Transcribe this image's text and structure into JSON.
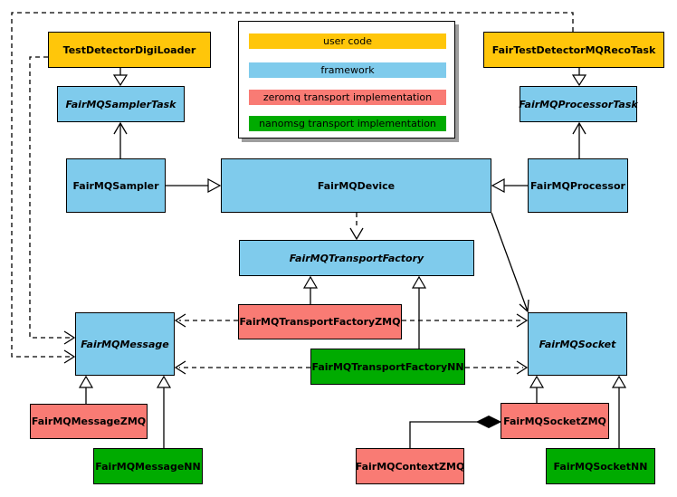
{
  "legend": {
    "items": [
      {
        "label": "user code",
        "color": "#FFC60A",
        "category": "user-code"
      },
      {
        "label": "framework",
        "color": "#7FCBEC",
        "category": "framework"
      },
      {
        "label": "zeromq transport implementation",
        "color": "#F97B74",
        "category": "zeromq"
      },
      {
        "label": "nanomsg transport implementation",
        "color": "#00AB00",
        "category": "nanomsg"
      }
    ]
  },
  "nodes": {
    "testDetectorDigiLoader": {
      "label": "TestDetectorDigiLoader",
      "category": "user-code",
      "abstract": false
    },
    "fairTestDetectorMQRecoTask": {
      "label": "FairTestDetectorMQRecoTask",
      "category": "user-code",
      "abstract": false
    },
    "fairMQSamplerTask": {
      "label": "FairMQSamplerTask",
      "category": "framework",
      "abstract": true
    },
    "fairMQProcessorTask": {
      "label": "FairMQProcessorTask",
      "category": "framework",
      "abstract": true
    },
    "fairMQSampler": {
      "label": "FairMQSampler",
      "category": "framework",
      "abstract": false
    },
    "fairMQDevice": {
      "label": "FairMQDevice",
      "category": "framework",
      "abstract": false
    },
    "fairMQProcessor": {
      "label": "FairMQProcessor",
      "category": "framework",
      "abstract": false
    },
    "fairMQTransportFactory": {
      "label": "FairMQTransportFactory",
      "category": "framework",
      "abstract": true
    },
    "fairMQTransportFactoryZMQ": {
      "label": "FairMQTransportFactoryZMQ",
      "category": "zeromq",
      "abstract": false
    },
    "fairMQTransportFactoryNN": {
      "label": "FairMQTransportFactoryNN",
      "category": "nanomsg",
      "abstract": false
    },
    "fairMQMessage": {
      "label": "FairMQMessage",
      "category": "framework",
      "abstract": true
    },
    "fairMQSocket": {
      "label": "FairMQSocket",
      "category": "framework",
      "abstract": true
    },
    "fairMQMessageZMQ": {
      "label": "FairMQMessageZMQ",
      "category": "zeromq",
      "abstract": false
    },
    "fairMQMessageNN": {
      "label": "FairMQMessageNN",
      "category": "nanomsg",
      "abstract": false
    },
    "fairMQSocketZMQ": {
      "label": "FairMQSocketZMQ",
      "category": "zeromq",
      "abstract": false
    },
    "fairMQSocketNN": {
      "label": "FairMQSocketNN",
      "category": "nanomsg",
      "abstract": false
    },
    "fairMQContextZMQ": {
      "label": "FairMQContextZMQ",
      "category": "zeromq",
      "abstract": false
    }
  },
  "edges": [
    {
      "from": "TestDetectorDigiLoader",
      "to": "FairMQSamplerTask",
      "type": "inheritance",
      "line": "solid"
    },
    {
      "from": "FairTestDetectorMQRecoTask",
      "to": "FairMQProcessorTask",
      "type": "inheritance",
      "line": "solid"
    },
    {
      "from": "FairMQSampler",
      "to": "FairMQSamplerTask",
      "type": "association",
      "line": "solid"
    },
    {
      "from": "FairMQProcessor",
      "to": "FairMQProcessorTask",
      "type": "association",
      "line": "solid"
    },
    {
      "from": "FairMQSampler",
      "to": "FairMQDevice",
      "type": "inheritance",
      "line": "solid"
    },
    {
      "from": "FairMQProcessor",
      "to": "FairMQDevice",
      "type": "inheritance",
      "line": "solid"
    },
    {
      "from": "FairMQDevice",
      "to": "FairMQTransportFactory",
      "type": "dependency",
      "line": "dashed"
    },
    {
      "from": "FairMQDevice",
      "to": "FairMQSocket",
      "type": "association",
      "line": "solid"
    },
    {
      "from": "FairMQTransportFactoryZMQ",
      "to": "FairMQTransportFactory",
      "type": "inheritance",
      "line": "solid"
    },
    {
      "from": "FairMQTransportFactoryNN",
      "to": "FairMQTransportFactory",
      "type": "inheritance",
      "line": "solid"
    },
    {
      "from": "FairMQTransportFactoryZMQ",
      "to": "FairMQMessage",
      "type": "dependency",
      "line": "dashed"
    },
    {
      "from": "FairMQTransportFactoryZMQ",
      "to": "FairMQSocket",
      "type": "dependency",
      "line": "dashed"
    },
    {
      "from": "FairMQTransportFactoryNN",
      "to": "FairMQMessage",
      "type": "dependency",
      "line": "dashed"
    },
    {
      "from": "FairMQTransportFactoryNN",
      "to": "FairMQSocket",
      "type": "dependency",
      "line": "dashed"
    },
    {
      "from": "TestDetectorDigiLoader",
      "to": "FairMQMessage",
      "type": "dependency",
      "line": "dashed"
    },
    {
      "from": "FairTestDetectorMQRecoTask",
      "to": "FairMQMessage",
      "type": "dependency",
      "line": "dashed"
    },
    {
      "from": "FairMQMessageZMQ",
      "to": "FairMQMessage",
      "type": "inheritance",
      "line": "solid"
    },
    {
      "from": "FairMQMessageNN",
      "to": "FairMQMessage",
      "type": "inheritance",
      "line": "solid"
    },
    {
      "from": "FairMQSocketZMQ",
      "to": "FairMQSocket",
      "type": "inheritance",
      "line": "solid"
    },
    {
      "from": "FairMQSocketNN",
      "to": "FairMQSocket",
      "type": "inheritance",
      "line": "solid"
    },
    {
      "from": "FairMQSocketZMQ",
      "to": "FairMQContextZMQ",
      "type": "composition",
      "line": "solid"
    }
  ]
}
